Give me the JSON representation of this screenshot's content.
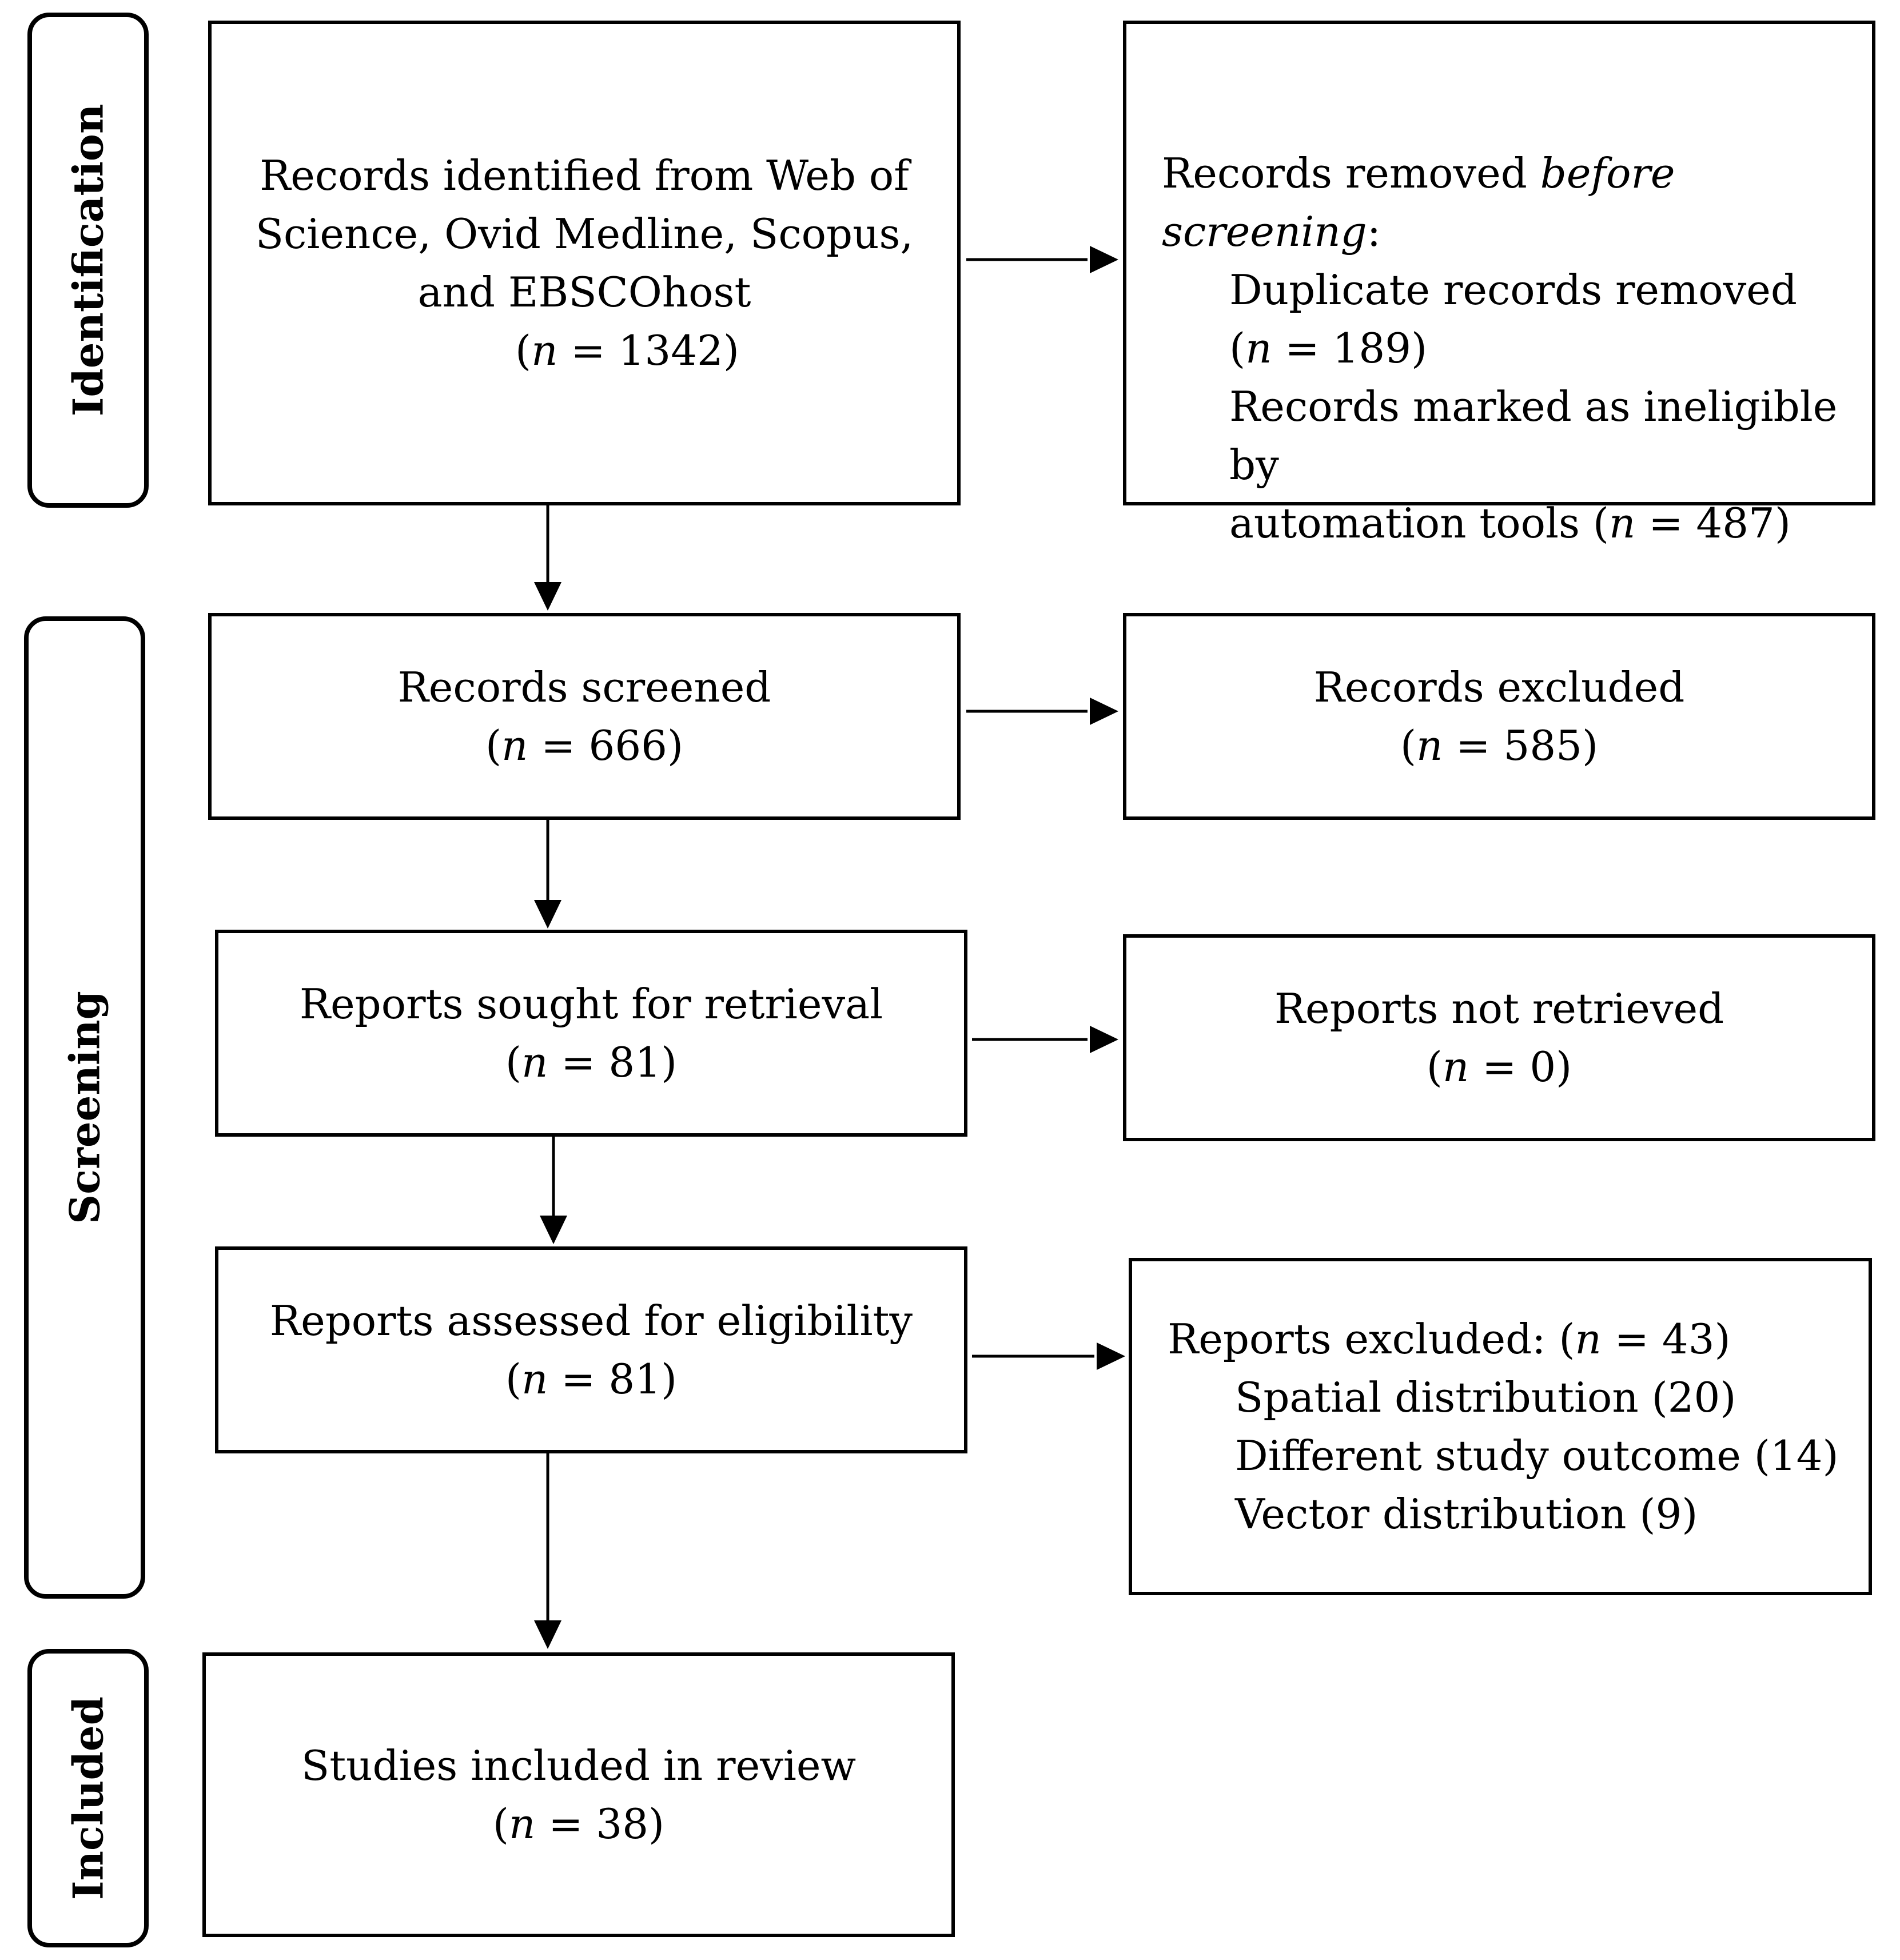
{
  "phases": {
    "identification": "Identification",
    "screening": "Screening",
    "included": "Included"
  },
  "identified": {
    "lines": [
      "Records identified from Web of",
      "Science, Ovid Medline, Scopus,",
      "and EBSCOhost"
    ],
    "n": "1342"
  },
  "removed": {
    "heading_prefix": "Records removed ",
    "heading_italic": "before screening",
    "heading_suffix": ":",
    "duplicate_label": "Duplicate records removed",
    "duplicate_n": "189",
    "ineligible_label": "Records marked as ineligible by",
    "ineligible_label2": "automation tools",
    "ineligible_n": "487"
  },
  "screened": {
    "label": "Records screened",
    "n": "666"
  },
  "excluded": {
    "label": "Records excluded",
    "n": "585"
  },
  "sought": {
    "label": "Reports sought for retrieval",
    "n": "81"
  },
  "not_retrieved": {
    "label": "Reports not retrieved",
    "n": "0"
  },
  "assessed": {
    "label": "Reports assessed for eligibility",
    "n": "81"
  },
  "reports_excluded": {
    "heading": "Reports excluded:",
    "n": "43",
    "reasons": [
      "Spatial distribution (20)",
      "Different study outcome (14)",
      "Vector distribution (9)"
    ]
  },
  "included_studies": {
    "label": "Studies included in review",
    "n": "38"
  }
}
